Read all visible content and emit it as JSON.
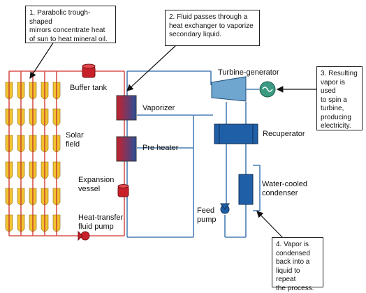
{
  "callouts": {
    "c1": "1. Parabolic trough-shaped\nmirrors concentrate heat\nof sun to heat mineral oil.",
    "c2": "2. Fluid passes through a\nheat exchanger to vaporize\nsecondary liquid.",
    "c3": "3. Resulting\nvapor is used\nto spin a\nturbine,\nproducing\nelectricity.",
    "c4": "4. Vapor is\ncondensed\nback into a\nliquid to repeat\nthe process."
  },
  "labels": {
    "buffer_tank": "Buffer tank",
    "solar_field": "Solar\nfield",
    "vaporizer": "Vaporizer",
    "pre_heater": "Pre heater",
    "expansion_vessel": "Expansion\nvessel",
    "htf_pump": "Heat-transfer\nfluid pump",
    "turbine_generator": "Turbine-generator",
    "recuperator": "Recuperator",
    "condenser": "Water-cooled\ncondenser",
    "feed_pump": "Feed\npump"
  },
  "colors": {
    "hot_loop": "#d9534f",
    "cold_loop": "#4a7fb5",
    "mirror_fill": "#f2c230",
    "mirror_core": "#c0392b",
    "tank_red": "#c8202a",
    "blue_component": "#1f5fa8"
  }
}
